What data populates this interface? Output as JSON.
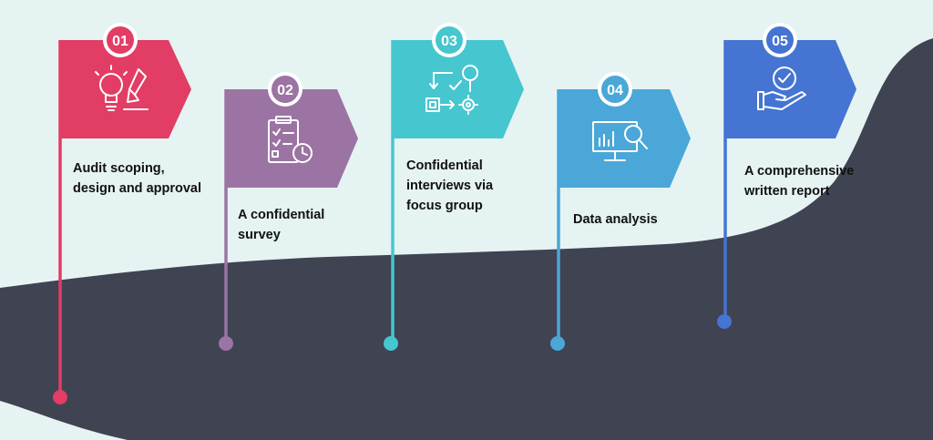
{
  "colors": {
    "background": "#e6f3f3",
    "road": "#3f4352",
    "step1": "#e23d64",
    "step2": "#9b74a3",
    "step3": "#46c6cf",
    "step4": "#4aa7d8",
    "step5": "#4574d2"
  },
  "steps": [
    {
      "number": "01",
      "label": "Audit scoping,\ndesign and approval",
      "icon": "lightbulb-pen-icon"
    },
    {
      "number": "02",
      "label": "A confidential\nsurvey",
      "icon": "clipboard-clock-icon"
    },
    {
      "number": "03",
      "label": "Confidential\ninterviews via\nfocus group",
      "icon": "workflow-icon"
    },
    {
      "number": "04",
      "label": "Data analysis",
      "icon": "monitor-magnifier-icon"
    },
    {
      "number": "05",
      "label": "A comprehensive\nwritten report",
      "icon": "hand-check-icon"
    }
  ]
}
